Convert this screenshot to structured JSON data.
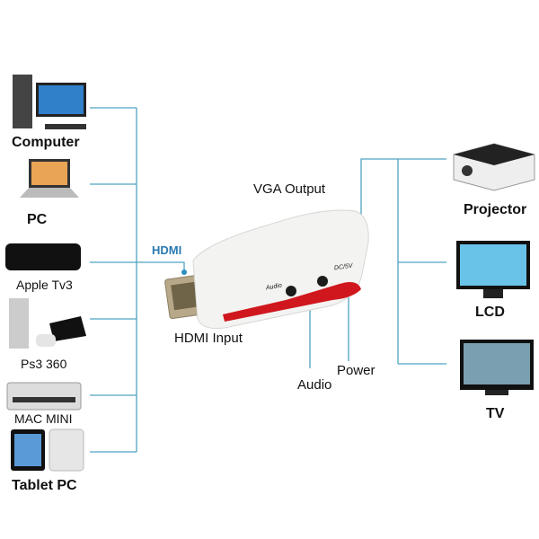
{
  "colors": {
    "line": "#4fa3c0",
    "accent_red": "#d0171e",
    "hdmi_label": "#2a79b0"
  },
  "left_devices": [
    {
      "label": "Computer",
      "icon": "desktop-computer-icon"
    },
    {
      "label": "PC",
      "icon": "laptop-icon"
    },
    {
      "label": "Apple Tv3",
      "icon": "apple-tv-icon"
    },
    {
      "label": "Ps3 360",
      "icon": "game-console-icon"
    },
    {
      "label": "MAC MINI",
      "icon": "mac-mini-icon"
    },
    {
      "label": "Tablet PC",
      "icon": "tablet-icon"
    }
  ],
  "right_devices": [
    {
      "label": "Projector",
      "icon": "projector-icon"
    },
    {
      "label": "LCD",
      "icon": "lcd-monitor-icon"
    },
    {
      "label": "TV",
      "icon": "tv-icon"
    }
  ],
  "adapter": {
    "hdmi": "HDMI",
    "hdmi_input": "HDMI Input",
    "vga_output": "VGA Output",
    "audio": "Audio",
    "power": "Power",
    "printed_audio": "Audio",
    "printed_dc": "DC/5V"
  }
}
